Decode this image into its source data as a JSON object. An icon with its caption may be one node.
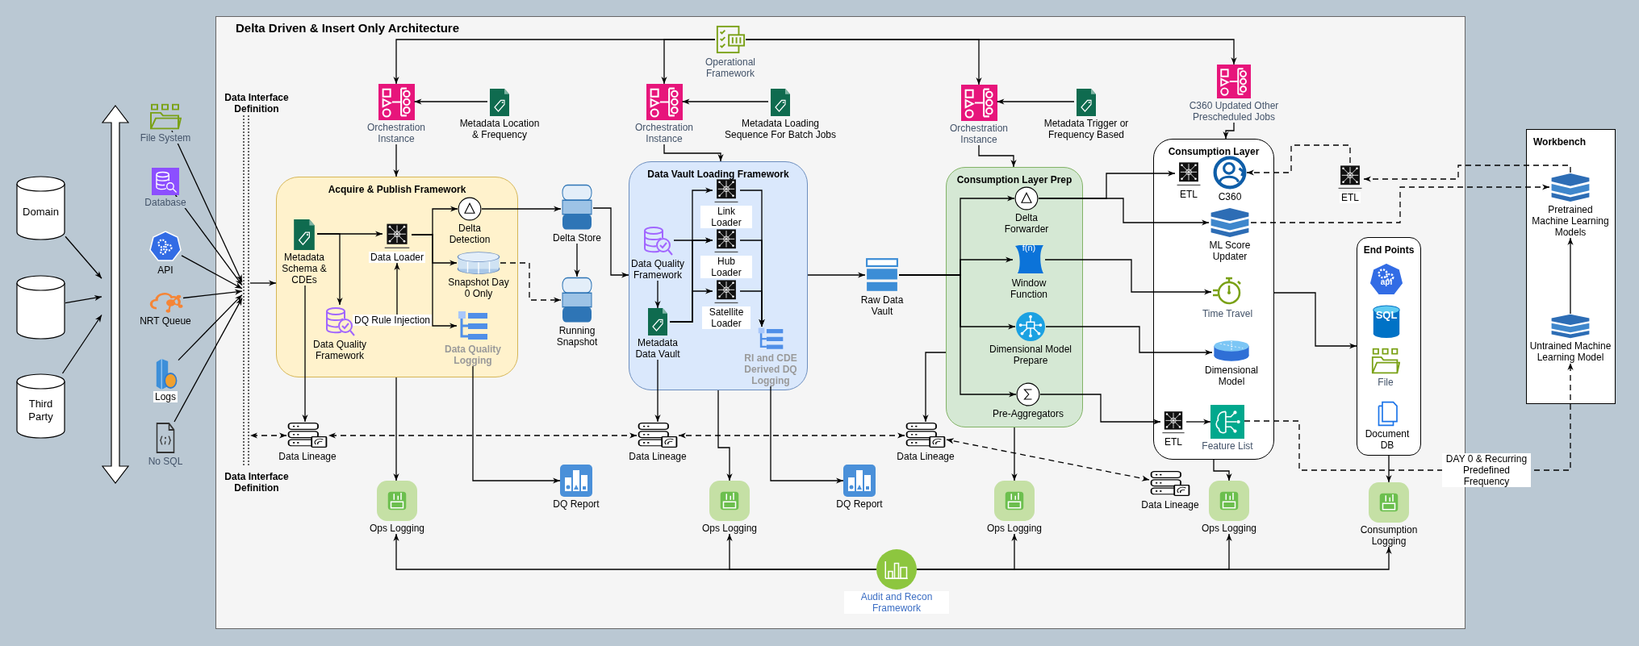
{
  "diagram": {
    "title": "Delta Driven & Insert Only Architecture",
    "nodes": [
      {
        "text": [
          "Domain"
        ]
      },
      {
        "text": [],
        "shape": "cylinder"
      },
      {
        "text": [
          "Third Party"
        ]
      },
      {
        "text": [],
        "shape": "arrow"
      },
      {
        "text": [
          "File System"
        ]
      },
      {
        "text": [
          "Database"
        ]
      },
      {
        "text": [
          "API"
        ]
      },
      {
        "text": [
          "NRT Queue"
        ]
      },
      {
        "text": [
          "Logs"
        ]
      },
      {
        "text": [
          "No SQL"
        ]
      },
      {
        "text": [],
        "shape": "bar",
        "beside": [
          "Data Interface Definition",
          "Data Interface Definition"
        ]
      },
      {
        "text": [
          "Operational Framework"
        ]
      },
      {
        "text": [
          "Orchestration Instance"
        ]
      },
      {
        "text": [
          "Metadata Location & Frequency"
        ]
      },
      {
        "text": [
          "Orchestration Instance"
        ]
      },
      {
        "text": [
          "Metadata Loading Sequence For Batch Jobs"
        ]
      },
      {
        "text": [
          "Orchestration Instance"
        ]
      },
      {
        "text": [
          "Metadata Trigger or Frequency Based"
        ]
      },
      {
        "text": [
          "C360 Updated Other Prescheduled Jobs"
        ]
      },
      {
        "text": [
          "Acquire & Publish Framework"
        ]
      },
      {
        "text": [
          "Metadata Schema & CDEs"
        ],
        "in": 19
      },
      {
        "text": [
          "Data Loader"
        ],
        "in": 19
      },
      {
        "text": [
          "Delta Detection"
        ],
        "in": 19
      },
      {
        "text": [
          "Snapshot Day 0 Only"
        ],
        "in": 19
      },
      {
        "text": [
          "Data Quality Framework"
        ],
        "in": 19
      },
      {
        "text": [
          "Data Quality Logging"
        ],
        "in": 19
      },
      {
        "text": [
          "Delta Store"
        ]
      },
      {
        "text": [
          "Running Snapshot"
        ]
      },
      {
        "text": [
          "Data Vault Loading Framework"
        ]
      },
      {
        "text": [
          "Link Loader"
        ],
        "in": 28
      },
      {
        "text": [
          "Data Quality Framework"
        ],
        "in": 28
      },
      {
        "text": [
          "Hub Loader"
        ],
        "in": 28
      },
      {
        "text": [
          "Satellite Loader"
        ],
        "in": 28
      },
      {
        "text": [
          "Metadata Data Vault"
        ],
        "in": 28
      },
      {
        "text": [
          "RI and CDE Derived DQ Logging"
        ],
        "in": 28
      },
      {
        "text": [
          "Raw Data Vault"
        ]
      },
      {
        "text": [
          "Consumption Layer Prep"
        ]
      },
      {
        "text": [
          "Delta Forwarder"
        ],
        "in": 36
      },
      {
        "text": [
          "f(n)",
          "Window Function"
        ],
        "in": 36
      },
      {
        "text": [
          "Dimensional Model Prepare"
        ],
        "in": 36
      },
      {
        "text": [
          "Pre-Aggregators"
        ],
        "in": 36
      },
      {
        "text": [
          "Consumption Layer"
        ]
      },
      {
        "text": [
          "ETL"
        ],
        "in": 41
      },
      {
        "text": [
          "C360"
        ],
        "in": 41
      },
      {
        "text": [
          "ML Score Updater"
        ],
        "in": 41
      },
      {
        "text": [
          "Time Travel"
        ],
        "in": 41
      },
      {
        "text": [
          "Dimensional Model"
        ],
        "in": 41
      },
      {
        "text": [
          "ETL"
        ],
        "in": 41
      },
      {
        "text": [
          "Feature List"
        ],
        "in": 41
      },
      {
        "text": [
          "ETL"
        ]
      },
      {
        "text": [
          "Workbench"
        ]
      },
      {
        "text": [
          "Pretrained Machine Learning Models"
        ],
        "in": 50
      },
      {
        "text": [
          "Untrained Machine Learning Model"
        ],
        "in": 50
      },
      {
        "text": [
          "End Points"
        ]
      },
      {
        "text": [
          "api"
        ],
        "in": 53
      },
      {
        "text": [
          "SQL"
        ],
        "in": 53
      },
      {
        "text": [
          "File"
        ],
        "in": 53
      },
      {
        "text": [
          "Document DB"
        ],
        "in": 53
      },
      {
        "text": [
          "Data Lineage"
        ]
      },
      {
        "text": [
          "Data Lineage"
        ]
      },
      {
        "text": [
          "Data Lineage"
        ]
      },
      {
        "text": [
          "Data Lineage"
        ]
      },
      {
        "text": [
          "Ops Logging"
        ]
      },
      {
        "text": [
          "DQ Report"
        ]
      },
      {
        "text": [
          "Ops Logging"
        ]
      },
      {
        "text": [
          "DQ Report"
        ]
      },
      {
        "text": [
          "Ops Logging"
        ]
      },
      {
        "text": [
          "Ops Logging"
        ]
      },
      {
        "text": [
          "Consumption Logging"
        ]
      },
      {
        "text": [
          "Audit and Recon Framework"
        ]
      }
    ],
    "edges": [
      {
        "from": 0,
        "to": 3,
        "arrow": "to"
      },
      {
        "from": 1,
        "to": 3,
        "arrow": "to"
      },
      {
        "from": 2,
        "to": 3,
        "arrow": "to"
      },
      {
        "from": 4,
        "to": 10,
        "arrow": "to"
      },
      {
        "from": 5,
        "to": 10,
        "arrow": "to"
      },
      {
        "from": 6,
        "to": 10,
        "arrow": "to"
      },
      {
        "from": 7,
        "to": 10,
        "arrow": "to"
      },
      {
        "from": 8,
        "to": 10,
        "arrow": "to"
      },
      {
        "from": 9,
        "to": 10,
        "arrow": "to"
      },
      {
        "from": 10,
        "to": 19,
        "arrow": "to"
      },
      {
        "from": 11,
        "to": 12,
        "arrow": "to"
      },
      {
        "from": 11,
        "to": 14,
        "arrow": "to"
      },
      {
        "from": 11,
        "to": 16,
        "arrow": "to"
      },
      {
        "from": 11,
        "to": 18,
        "arrow": "to"
      },
      {
        "from": 13,
        "to": 12,
        "arrow": "to"
      },
      {
        "from": 15,
        "to": 14,
        "arrow": "to"
      },
      {
        "from": 17,
        "to": 16,
        "arrow": "to"
      },
      {
        "from": 12,
        "to": 19,
        "arrow": "to"
      },
      {
        "from": 14,
        "to": 28,
        "arrow": "to"
      },
      {
        "from": 16,
        "to": 36,
        "arrow": "to"
      },
      {
        "from": 18,
        "to": 41,
        "arrow": "to"
      },
      {
        "from": 20,
        "to": 21,
        "arrow": "to"
      },
      {
        "from": 20,
        "to": 24,
        "arrow": "to"
      },
      {
        "from": 24,
        "to": 21,
        "arrow": "to",
        "label": "DQ Rule Injection"
      },
      {
        "from": 21,
        "to": 22,
        "arrow": "to"
      },
      {
        "from": 21,
        "to": 23,
        "arrow": "to"
      },
      {
        "from": 21,
        "to": 25,
        "arrow": "to"
      },
      {
        "from": 20,
        "to": 58,
        "arrow": "to"
      },
      {
        "from": 19,
        "to": 62,
        "arrow": "to"
      },
      {
        "from": 25,
        "to": 63,
        "arrow": "to"
      },
      {
        "from": 22,
        "to": 26,
        "arrow": "to"
      },
      {
        "from": 23,
        "to": 27,
        "arrow": "to",
        "style": "dashed"
      },
      {
        "from": 26,
        "to": 27,
        "arrow": "to"
      },
      {
        "from": 26,
        "to": 28,
        "arrow": "to"
      },
      {
        "from": 30,
        "to": 31,
        "arrow": "to"
      },
      {
        "from": 30,
        "to": 33,
        "arrow": "to"
      },
      {
        "from": 33,
        "to": 29,
        "arrow": "to"
      },
      {
        "from": 33,
        "to": 31,
        "arrow": "to"
      },
      {
        "from": 33,
        "to": 32,
        "arrow": "to"
      },
      {
        "from": 29,
        "to": 34,
        "arrow": "to"
      },
      {
        "from": 31,
        "to": 34,
        "arrow": "to"
      },
      {
        "from": 32,
        "to": 34,
        "arrow": "to"
      },
      {
        "from": 33,
        "to": 59,
        "arrow": "to"
      },
      {
        "from": 28,
        "to": 64,
        "arrow": "to"
      },
      {
        "from": 34,
        "to": 65,
        "arrow": "to"
      },
      {
        "from": 28,
        "to": 35,
        "arrow": "to"
      },
      {
        "from": 35,
        "to": 37,
        "arrow": "to"
      },
      {
        "from": 35,
        "to": 38,
        "arrow": "to"
      },
      {
        "from": 35,
        "to": 39,
        "arrow": "to"
      },
      {
        "from": 35,
        "to": 40,
        "arrow": "to"
      },
      {
        "from": 36,
        "to": 60,
        "arrow": "to"
      },
      {
        "from": 36,
        "to": 66,
        "arrow": "to"
      },
      {
        "from": 37,
        "to": 42,
        "arrow": "to"
      },
      {
        "from": 37,
        "to": 44,
        "arrow": "to"
      },
      {
        "from": 38,
        "to": 45,
        "arrow": "to"
      },
      {
        "from": 39,
        "to": 46,
        "arrow": "to"
      },
      {
        "from": 40,
        "to": 47,
        "arrow": "to"
      },
      {
        "from": 47,
        "to": 48,
        "arrow": "to"
      },
      {
        "from": 49,
        "to": 43,
        "arrow": "to",
        "style": "dashed"
      },
      {
        "from": 51,
        "to": 49,
        "arrow": "to",
        "style": "dashed"
      },
      {
        "from": 44,
        "to": 51,
        "arrow": "to",
        "style": "dashed"
      },
      {
        "from": 48,
        "to": 52,
        "arrow": "to",
        "style": "dashed",
        "label": "DAY 0 & Recurring Predefined Frequency"
      },
      {
        "from": 52,
        "to": 51,
        "arrow": "to"
      },
      {
        "from": 41,
        "to": 53,
        "arrow": "to"
      },
      {
        "from": 41,
        "to": 67,
        "arrow": "to"
      },
      {
        "from": 53,
        "to": 68,
        "arrow": "to"
      },
      {
        "from": 69,
        "to": 62,
        "arrow": "to"
      },
      {
        "from": 69,
        "to": 64,
        "arrow": "to"
      },
      {
        "from": 69,
        "to": 66,
        "arrow": "to"
      },
      {
        "from": 69,
        "to": 67,
        "arrow": "to"
      },
      {
        "from": 69,
        "to": 68,
        "arrow": "to"
      },
      {
        "from": 58,
        "to": 10,
        "arrow": "both",
        "style": "dashed"
      },
      {
        "from": 59,
        "to": 58,
        "arrow": "both",
        "style": "dashed"
      },
      {
        "from": 60,
        "to": 59,
        "arrow": "both",
        "style": "dashed"
      },
      {
        "from": 61,
        "to": 60,
        "arrow": "both",
        "style": "dashed"
      }
    ]
  }
}
